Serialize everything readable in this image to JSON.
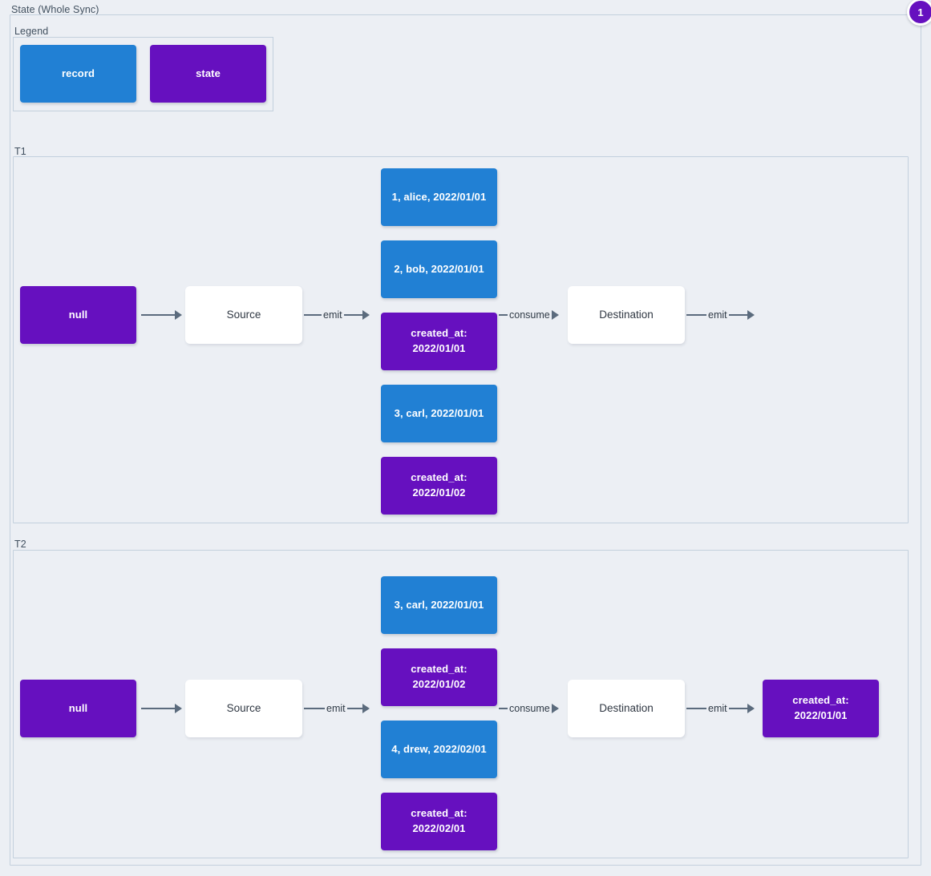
{
  "page": {
    "title": "State (Whole Sync)",
    "badge": "1",
    "colors": {
      "record": "#2180d4",
      "state": "#6610bf",
      "plain": "#ffffff",
      "background": "#eceff4",
      "border": "#c3d0dd",
      "edge": "#5b6b7d"
    }
  },
  "legend": {
    "label": "Legend",
    "items": [
      {
        "label": "record",
        "kind": "record"
      },
      {
        "label": "state",
        "kind": "state"
      }
    ]
  },
  "groups": [
    {
      "label": "T1",
      "nodes": {
        "initial_state": "null",
        "source": "Source",
        "destination": "Destination",
        "emitted": [
          {
            "label": "1, alice, 2022/01/01",
            "kind": "record"
          },
          {
            "label": "2, bob, 2022/01/01",
            "kind": "record"
          },
          {
            "label": "created_at:\n2022/01/01",
            "kind": "state"
          },
          {
            "label": "3, carl, 2022/01/01",
            "kind": "record"
          },
          {
            "label": "created_at:\n2022/01/02",
            "kind": "state"
          }
        ],
        "final_state": ""
      },
      "edges": {
        "state_to_source": "",
        "source_emit": "emit",
        "consume": "consume",
        "destination_emit": "emit"
      }
    },
    {
      "label": "T2",
      "nodes": {
        "initial_state": "null",
        "source": "Source",
        "destination": "Destination",
        "emitted": [
          {
            "label": "3, carl, 2022/01/01",
            "kind": "record"
          },
          {
            "label": "created_at:\n2022/01/02",
            "kind": "state"
          },
          {
            "label": "4, drew, 2022/02/01",
            "kind": "record"
          },
          {
            "label": "created_at:\n2022/02/01",
            "kind": "state"
          }
        ],
        "final_state": "created_at:\n2022/01/01"
      },
      "edges": {
        "state_to_source": "",
        "source_emit": "emit",
        "consume": "consume",
        "destination_emit": "emit"
      }
    }
  ]
}
